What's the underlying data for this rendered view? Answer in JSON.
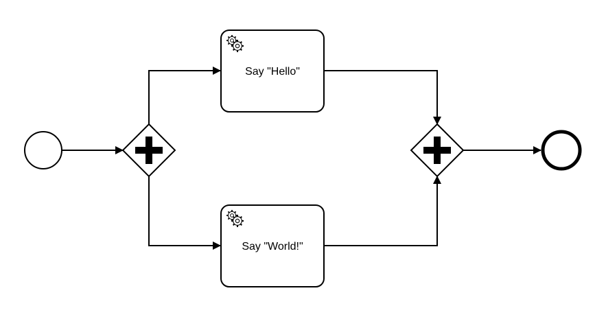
{
  "diagram": {
    "type": "bpmn-process",
    "start_event": {
      "kind": "start-event"
    },
    "split_gateway": {
      "kind": "parallel-gateway",
      "symbol": "plus"
    },
    "tasks": [
      {
        "id": "task-hello",
        "kind": "service-task",
        "label": "Say \"Hello\"",
        "icon": "gear-icon"
      },
      {
        "id": "task-world",
        "kind": "service-task",
        "label": "Say \"World!\"",
        "icon": "gear-icon"
      }
    ],
    "join_gateway": {
      "kind": "parallel-gateway",
      "symbol": "plus"
    },
    "end_event": {
      "kind": "end-event"
    },
    "flows": [
      {
        "from": "start-event",
        "to": "split-gateway"
      },
      {
        "from": "split-gateway",
        "to": "task-hello"
      },
      {
        "from": "split-gateway",
        "to": "task-world"
      },
      {
        "from": "task-hello",
        "to": "join-gateway"
      },
      {
        "from": "task-world",
        "to": "join-gateway"
      },
      {
        "from": "join-gateway",
        "to": "end-event"
      }
    ]
  },
  "colors": {
    "stroke": "#000000",
    "fill": "#ffffff",
    "text": "#000000"
  }
}
